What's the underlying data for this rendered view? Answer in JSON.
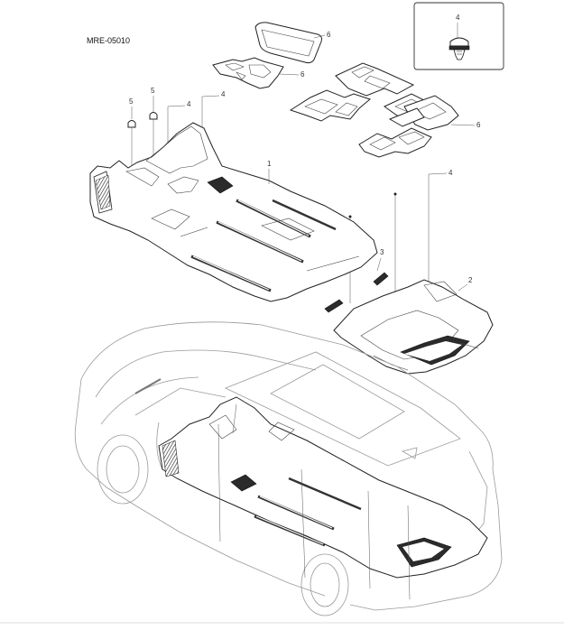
{
  "diagram": {
    "code": "MRE-05010",
    "inset_callout": "4",
    "callouts": [
      {
        "id": "c6a",
        "label": "6"
      },
      {
        "id": "c6b",
        "label": "6"
      },
      {
        "id": "c6c",
        "label": "6"
      },
      {
        "id": "c5",
        "label": "5"
      },
      {
        "id": "c5b",
        "label": "5"
      },
      {
        "id": "c4a",
        "label": "4"
      },
      {
        "id": "c4b",
        "label": "4"
      },
      {
        "id": "c4c",
        "label": "4"
      },
      {
        "id": "c1",
        "label": "1"
      },
      {
        "id": "c3",
        "label": "3"
      },
      {
        "id": "c2",
        "label": "2"
      }
    ]
  }
}
